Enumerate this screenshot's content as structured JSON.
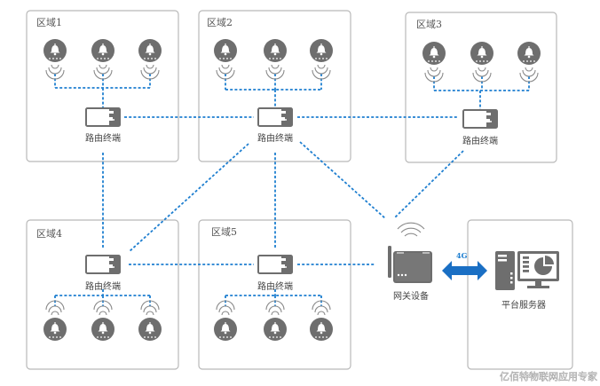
{
  "diagram": {
    "zones": [
      {
        "id": "zone1",
        "label": "区域1"
      },
      {
        "id": "zone2",
        "label": "区域2"
      },
      {
        "id": "zone3",
        "label": "区域3"
      },
      {
        "id": "zone4",
        "label": "区域4"
      },
      {
        "id": "zone5",
        "label": "区域5"
      }
    ],
    "router_label": "路由终端",
    "routers": [
      {
        "zone": "zone1",
        "label": "路由终端"
      },
      {
        "zone": "zone2",
        "label": "路由终端"
      },
      {
        "zone": "zone3",
        "label": "路由终端"
      },
      {
        "zone": "zone4",
        "label": "路由终端"
      },
      {
        "zone": "zone5",
        "label": "路由终端"
      }
    ],
    "sensors_per_zone": 3,
    "sensor_icon": "alarm-bell-icon",
    "gateway": {
      "label": "网关设备",
      "icon": "gateway-router-icon"
    },
    "server": {
      "label": "平台服务器",
      "icon": "server-monitor-icon"
    },
    "uplink": {
      "label": "4G",
      "direction": "bidirectional"
    },
    "links": [
      [
        "zone1-router",
        "zone2-router"
      ],
      [
        "zone2-router",
        "zone3-router"
      ],
      [
        "zone1-router",
        "zone4-router"
      ],
      [
        "zone2-router",
        "zone4-router"
      ],
      [
        "zone2-router",
        "zone5-router"
      ],
      [
        "zone4-router",
        "zone5-router"
      ],
      [
        "zone5-router",
        "gateway"
      ],
      [
        "zone2-router",
        "gateway"
      ],
      [
        "zone3-router",
        "gateway"
      ],
      [
        "gateway",
        "server"
      ]
    ],
    "colors": {
      "link": "#1f7fd0",
      "device": "#6e6e6e",
      "border": "#b9b9b9"
    }
  },
  "watermark": "亿佰特物联网应用专家"
}
